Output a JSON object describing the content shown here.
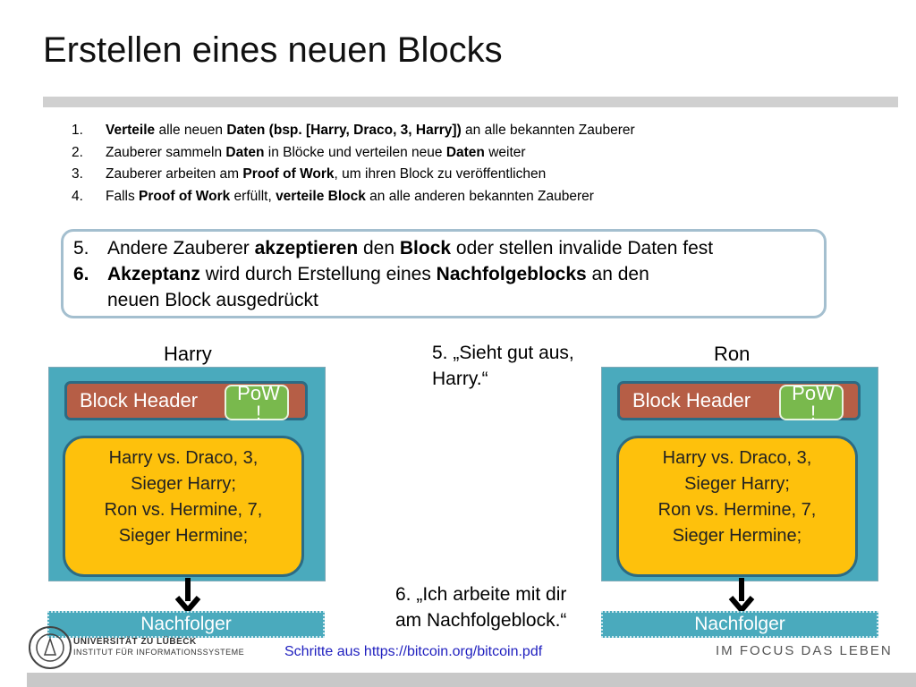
{
  "title": "Erstellen eines neuen Blocks",
  "steps": [
    {
      "num": "1.",
      "parts": [
        {
          "t": "Verteile",
          "b": true
        },
        {
          "t": " alle neuen ",
          "b": false
        },
        {
          "t": "Daten (bsp. [Harry, Draco, 3, Harry])",
          "b": true
        },
        {
          "t": " an alle bekannten Zauberer",
          "b": false
        }
      ]
    },
    {
      "num": "2.",
      "parts": [
        {
          "t": "Zauberer sammeln ",
          "b": false
        },
        {
          "t": "Daten",
          "b": true
        },
        {
          "t": " in Blöcke und verteilen neue ",
          "b": false
        },
        {
          "t": "Daten",
          "b": true
        },
        {
          "t": " weiter",
          "b": false
        }
      ]
    },
    {
      "num": "3.",
      "parts": [
        {
          "t": "Zauberer arbeiten am ",
          "b": false
        },
        {
          "t": "Proof of Work",
          "b": true
        },
        {
          "t": ", um ihren Block zu veröffentlichen",
          "b": false
        }
      ]
    },
    {
      "num": "4.",
      "parts": [
        {
          "t": "Falls ",
          "b": false
        },
        {
          "t": "Proof of Work",
          "b": true
        },
        {
          "t": " erfüllt, ",
          "b": false
        },
        {
          "t": "verteile Block",
          "b": true
        },
        {
          "t": " an alle anderen bekannten Zauberer",
          "b": false
        }
      ]
    }
  ],
  "steps_highlight": [
    {
      "num": "5.",
      "num_bold": false,
      "parts": [
        {
          "t": "Andere Zauberer ",
          "b": false
        },
        {
          "t": "akzeptieren",
          "b": true
        },
        {
          "t": " den ",
          "b": false
        },
        {
          "t": "Block",
          "b": true
        },
        {
          "t": " oder stellen invalide Daten fest",
          "b": false
        }
      ]
    },
    {
      "num": "6.",
      "num_bold": true,
      "parts": [
        {
          "t": "Akzeptanz",
          "b": true
        },
        {
          "t": " wird durch Erstellung eines ",
          "b": false
        },
        {
          "t": "Nachfolgeblocks",
          "b": true
        },
        {
          "t": " an den",
          "b": false
        }
      ]
    }
  ],
  "step6_continuation": "neuen Block ausgedrückt",
  "diagram": {
    "left": {
      "name": "Harry",
      "header_label": "Block Header",
      "pow_line1": "PoW",
      "pow_line2": "!",
      "data_lines": [
        "Harry vs. Draco, 3,",
        "Sieger Harry;",
        "Ron vs. Hermine, 7,",
        "Sieger Hermine;"
      ],
      "successor": "Nachfolger"
    },
    "right": {
      "name": "Ron",
      "header_label": "Block Header",
      "pow_line1": "PoW",
      "pow_line2": "!",
      "data_lines": [
        "Harry vs. Draco, 3,",
        "Sieger Harry;",
        "Ron vs. Hermine, 7,",
        "Sieger Hermine;"
      ],
      "successor": "Nachfolger"
    },
    "quote5_line1": "5. „Sieht gut aus,",
    "quote5_line2": "Harry.“",
    "quote6_line1": "6. „Ich arbeite mit dir",
    "quote6_line2": "am Nachfolgeblock.“"
  },
  "footer": {
    "logo_line1": "UNIVERSITÄT ZU LÜBECK",
    "logo_line2": "INSTITUT FÜR INFORMATIONSSYSTEME",
    "slogan": "IM FOCUS DAS LEBEN",
    "source": "Schritte aus https://bitcoin.org/bitcoin.pdf"
  },
  "colors": {
    "block_bg": "#4aaabd",
    "header_bg": "#b65e46",
    "pow_bg": "#79b94d",
    "data_bg": "#fec10c",
    "callout_border": "#a4bfcf",
    "link": "#1f1fbf"
  },
  "icons": [
    "arrow-down-icon",
    "university-seal-icon"
  ]
}
